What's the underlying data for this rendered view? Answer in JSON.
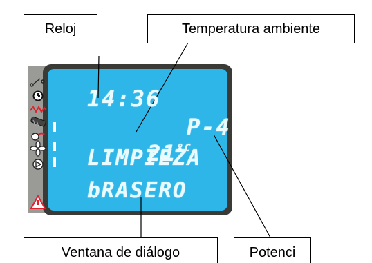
{
  "callouts": {
    "reloj": "Reloj",
    "temperatura": "Temperatura ambiente",
    "ventana": "Ventana de diálogo",
    "potencia": "Potenci"
  },
  "lcd": {
    "clock": "14:36",
    "temperature": "21",
    "temp_unit": "ºC",
    "power": "P-4",
    "line3": "LIMPIEZA",
    "line4": "bRASERO"
  },
  "icons": [
    "switch-icon",
    "clock-icon",
    "heater-resistance-icon",
    "fuel-auger-icon",
    "fan-motor-icon",
    "fan-icon",
    "play-icon",
    "warning-icon"
  ],
  "colors": {
    "screen": "#2fb6e8",
    "bezel": "#3a3a36",
    "sidebar": "#9a9a96",
    "alarm": "#e0202a"
  }
}
